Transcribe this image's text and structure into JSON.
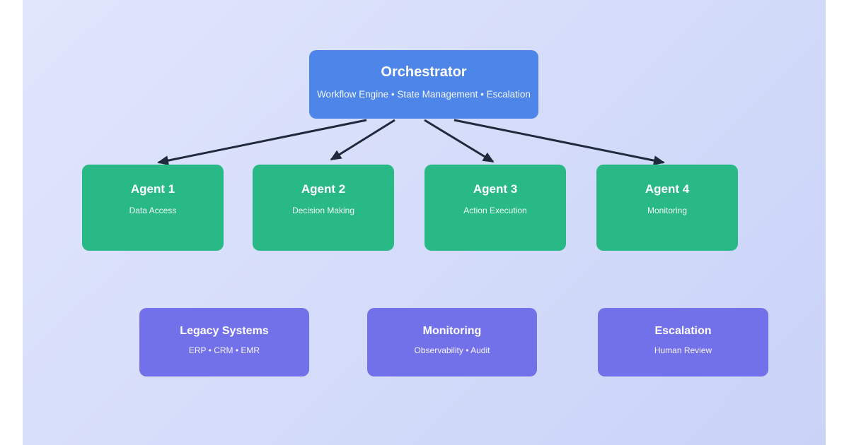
{
  "colors": {
    "canvas-bg-start": "#e1e6fc",
    "canvas-bg-end": "#c9d3f8",
    "orchestrator": "#4d86e8",
    "agent": "#29b986",
    "system": "#7371ea",
    "arrow": "#1f2a3c",
    "title-text": "#ffffff"
  },
  "orchestrator": {
    "title": "Orchestrator",
    "subtitle": "Workflow Engine • State Management • Escalation"
  },
  "agents": [
    {
      "title": "Agent 1",
      "subtitle": "Data Access"
    },
    {
      "title": "Agent 2",
      "subtitle": "Decision Making"
    },
    {
      "title": "Agent 3",
      "subtitle": "Action Execution"
    },
    {
      "title": "Agent 4",
      "subtitle": "Monitoring"
    }
  ],
  "systems": [
    {
      "title": "Legacy Systems",
      "subtitle": "ERP • CRM • EMR"
    },
    {
      "title": "Monitoring",
      "subtitle": "Observability • Audit"
    },
    {
      "title": "Escalation",
      "subtitle": "Human Review"
    }
  ]
}
